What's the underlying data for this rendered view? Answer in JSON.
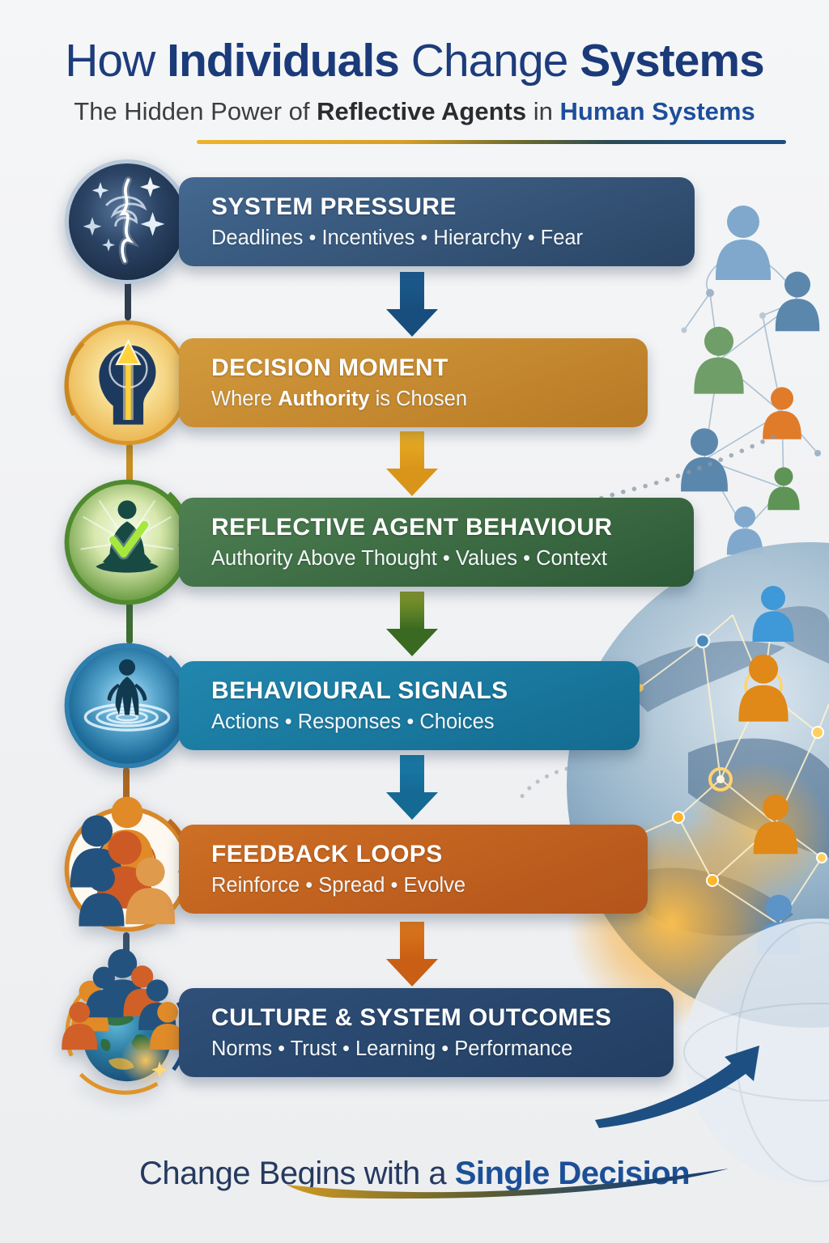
{
  "header": {
    "title": {
      "part1": "How",
      "part2": "Individuals",
      "part3": "Change",
      "part4": "Systems"
    },
    "subtitle": {
      "part1": "The Hidden Power of",
      "part2": "Reflective Agents",
      "part3": "in",
      "part4": "Human Systems"
    }
  },
  "stages": [
    {
      "key": "system-pressure",
      "icon": "storm-lightning-icon",
      "title": "SYSTEM PRESSURE",
      "subtitle": "Deadlines • Incentives • Hierarchy • Fear",
      "bar_from": "#446890",
      "bar_to": "#2a4565",
      "ring": "#b9c9d9"
    },
    {
      "key": "decision-moment",
      "icon": "head-insight-arrow-icon",
      "title": "DECISION MOMENT",
      "subtitle_pre": "Where",
      "subtitle_bold": "Authority",
      "subtitle_post": "is Chosen",
      "bar_from": "#d39a3d",
      "bar_to": "#b87a25",
      "ring": "#d8962a"
    },
    {
      "key": "reflective-agent-behaviour",
      "icon": "meditation-check-icon",
      "title": "REFLECTIVE AGENT BEHAVIOUR",
      "subtitle": "Authority Above Thought • Values • Context",
      "bar_from": "#4f8052",
      "bar_to": "#2c5936",
      "ring": "#4f8a2e"
    },
    {
      "key": "behavioural-signals",
      "icon": "ripple-figure-icon",
      "title": "BEHAVIOURAL SIGNALS",
      "subtitle": "Actions • Responses • Choices",
      "bar_from": "#2187ae",
      "bar_to": "#146b90",
      "ring": "#2e7fae"
    },
    {
      "key": "feedback-loops",
      "icon": "people-network-icon",
      "title": "FEEDBACK LOOPS",
      "subtitle": "Reinforce • Spread • Evolve",
      "bar_from": "#cd6f24",
      "bar_to": "#b3541b",
      "ring": "#d8882a"
    },
    {
      "key": "culture-system-outcomes",
      "icon": "globe-people-icon",
      "title": "CULTURE & SYSTEM OUTCOMES",
      "subtitle": "Norms • Trust • Learning • Performance",
      "bar_from": "#2f5079",
      "bar_to": "#233e62",
      "ring": "#e09428"
    }
  ],
  "flow_arrows": [
    {
      "from": "#1d5c90",
      "to": "#174e7e"
    },
    {
      "from": "#eab026",
      "to": "#d9951a"
    },
    {
      "from": "#8a9c2c",
      "to": "#3a6a22"
    },
    {
      "from": "#1a7caa",
      "to": "#156a94"
    },
    {
      "from": "#dd7a1d",
      "to": "#c85f14"
    }
  ],
  "footer": {
    "tagline_regular": "Change Begins with a",
    "tagline_bold": "Single Decision"
  },
  "colors": {
    "title_navy": "#1d3c7c",
    "subtitle_accent": "#1d4e9c",
    "tagline_bold_blue": "#1c4f97",
    "growth_arrow": "#1e4f82"
  }
}
